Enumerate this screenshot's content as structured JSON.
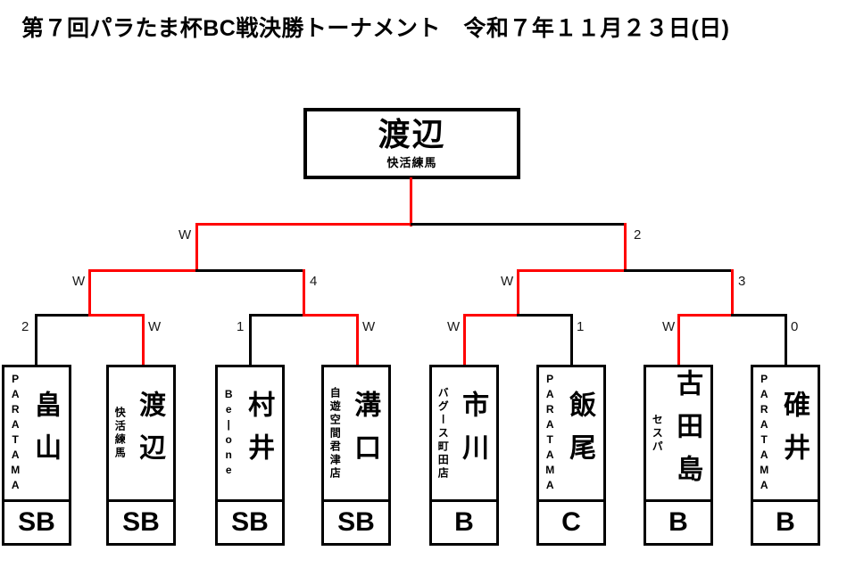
{
  "title": "第７回パラたま杯BC戦決勝トーナメント　令和７年１１月２３日(日)",
  "champion": {
    "name": "渡辺",
    "club": "快活練馬"
  },
  "colors": {
    "win_path": "#ff0000",
    "line": "#000000"
  },
  "players": [
    {
      "name": "畠山",
      "affiliation": "PARATAMA",
      "class": "SB"
    },
    {
      "name": "渡辺",
      "affiliation": "快活練馬",
      "class": "SB"
    },
    {
      "name": "村井",
      "affiliation": "Be|one",
      "class": "SB"
    },
    {
      "name": "溝口",
      "affiliation": "自遊空間君津店",
      "class": "SB"
    },
    {
      "name": "市川",
      "affiliation": "バグース町田店",
      "class": "B"
    },
    {
      "name": "飯尾",
      "affiliation": "PARATAMA",
      "class": "C"
    },
    {
      "name": "古田島",
      "affiliation": "セスパ",
      "class": "B"
    },
    {
      "name": "碓井",
      "affiliation": "PARATAMA",
      "class": "B"
    }
  ],
  "matches": {
    "final": {
      "left_label": "W",
      "right_label": "2"
    },
    "semifinal1": {
      "left_label": "W",
      "right_label": "4"
    },
    "semifinal2": {
      "left_label": "W",
      "right_label": "3"
    },
    "quarterfinal1": {
      "left_label": "2",
      "right_label": "W"
    },
    "quarterfinal2": {
      "left_label": "1",
      "right_label": "W"
    },
    "quarterfinal3": {
      "left_label": "W",
      "right_label": "1"
    },
    "quarterfinal4": {
      "left_label": "W",
      "right_label": "0"
    }
  }
}
